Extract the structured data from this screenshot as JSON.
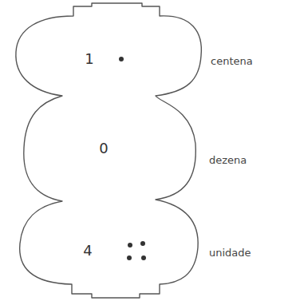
{
  "diagram": {
    "nodes": [
      {
        "text": [
          "1",
          "centena"
        ]
      },
      {
        "text": [
          "0",
          "dezena"
        ]
      },
      {
        "text": [
          "4",
          "unidade"
        ]
      }
    ]
  }
}
